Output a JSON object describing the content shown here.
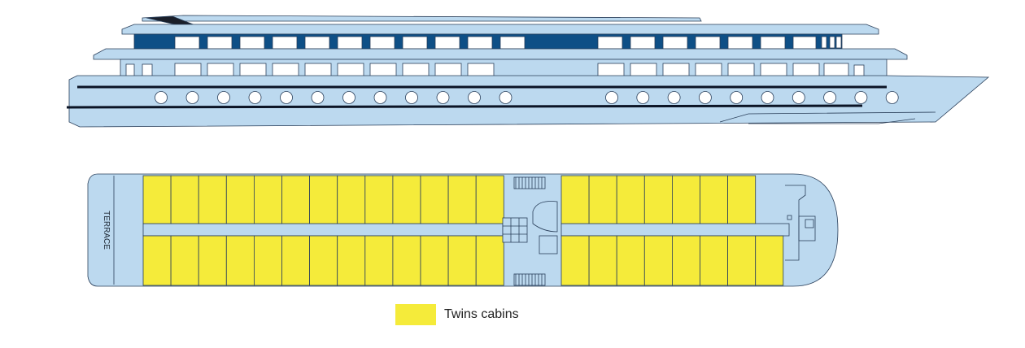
{
  "colors": {
    "hull": "#bcd9ef",
    "outline": "#2a3f5a",
    "stripe": "#0b1425",
    "window_band": "#0e4f86",
    "cabin": "#f5eb3a",
    "white": "#ffffff"
  },
  "deck_plan": {
    "terrace_label": "TERRACE",
    "cabin_type": "Twins cabins",
    "cabins": {
      "aft_top_row": 13,
      "aft_bottom_row": 13,
      "fore_top_row": 7,
      "fore_bottom_row": 8
    }
  },
  "side_view": {
    "portholes": 22
  },
  "legend": {
    "label": "Twins cabins",
    "swatch_color": "#f5eb3a"
  }
}
